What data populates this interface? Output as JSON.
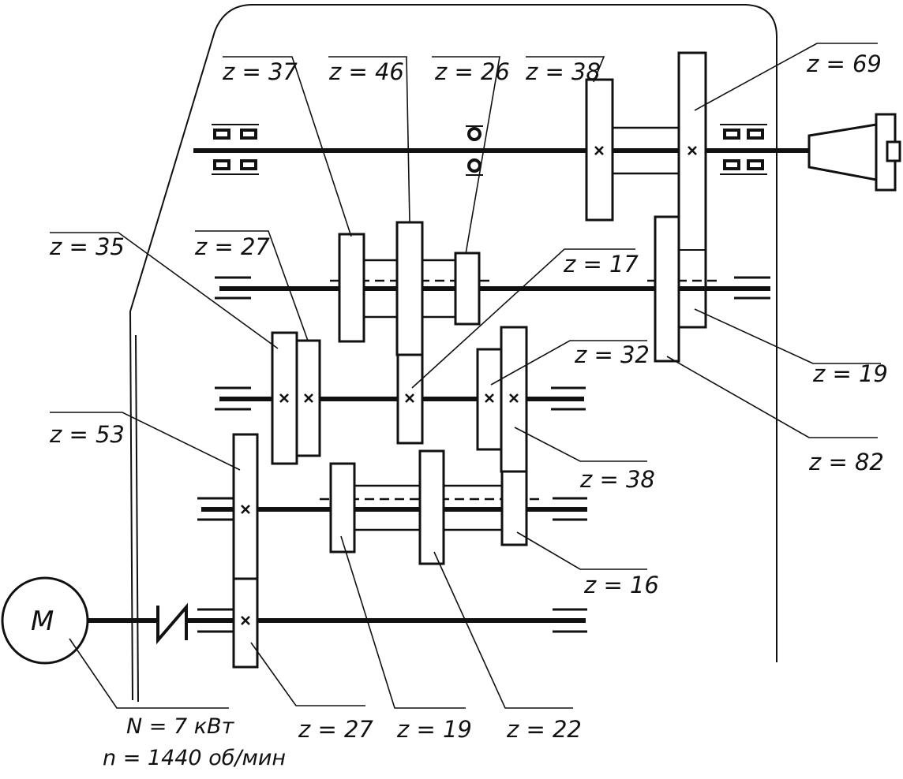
{
  "motor": {
    "label": "M"
  },
  "specs": {
    "power": "N = 7 кВт",
    "speed": "n = 1440 об/мин"
  },
  "gears": {
    "g37": "z = 37",
    "g46": "z = 46",
    "g26": "z = 26",
    "g38_top": "z = 38",
    "g69": "z = 69",
    "g35": "z = 35",
    "g27_upper": "z = 27",
    "g17": "z = 17",
    "g32": "z = 32",
    "g19_right": "z = 19",
    "g82": "z = 82",
    "g53": "z = 53",
    "g38_mid": "z = 38",
    "g16": "z = 16",
    "g27_lower": "z = 27",
    "g19_bottom": "z = 19",
    "g22": "z = 22"
  }
}
